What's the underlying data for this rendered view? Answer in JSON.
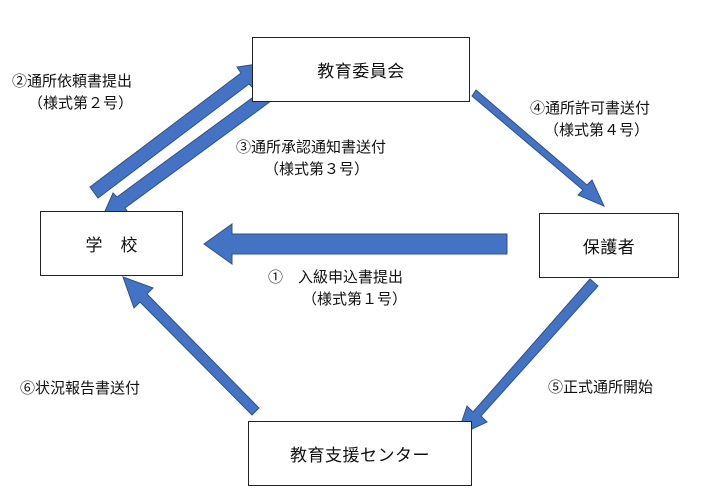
{
  "nodes": {
    "board": "教育委員会",
    "school": "学校",
    "guardian": "保護者",
    "center": "教育支援センター"
  },
  "steps": {
    "s1": {
      "title": "①　入級申込書提出",
      "form": "（様式第１号）"
    },
    "s2": {
      "title": "②通所依頼書提出",
      "form": "（様式第２号）"
    },
    "s3": {
      "title": "③通所承認通知書送付",
      "form": "（様式第３号）"
    },
    "s4": {
      "title": "④通所許可書送付",
      "form": "（様式第４号）"
    },
    "s5": {
      "title": "⑤正式通所開始"
    },
    "s6": {
      "title": "⑥状況報告書送付"
    }
  },
  "colors": {
    "arrow_fill": "#4472C4",
    "arrow_stroke": "#2F528F",
    "box_border": "#222222"
  }
}
